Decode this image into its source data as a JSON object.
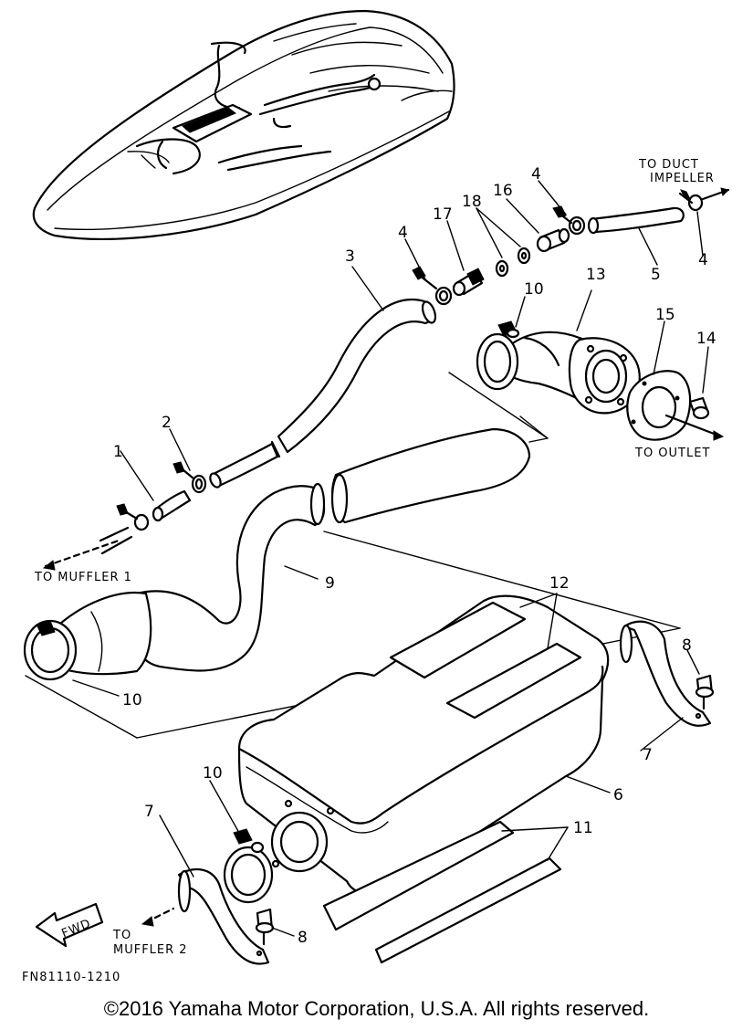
{
  "callouts": {
    "n1": "1",
    "n2": "2",
    "n3": "3",
    "n4a": "4",
    "n4b": "4",
    "n4c": "4",
    "n5": "5",
    "n6": "6",
    "n7a": "7",
    "n7b": "7",
    "n8a": "8",
    "n8b": "8",
    "n9": "9",
    "n10a": "10",
    "n10b": "10",
    "n10c": "10",
    "n11": "11",
    "n12": "12",
    "n13": "13",
    "n14": "14",
    "n15": "15",
    "n16": "16",
    "n17": "17",
    "n18": "18"
  },
  "notes": {
    "to_duct_1": "TO DUCT",
    "to_duct_2": "IMPELLER",
    "to_outlet": "TO OUTLET",
    "to_muffler_1": "TO MUFFLER 1",
    "to_muffler_2a": "TO",
    "to_muffler_2b": "MUFFLER 2",
    "fwd": "FWD"
  },
  "diagram_code": "FN81110-1210",
  "copyright": "©2016 Yamaha Motor Corporation, U.S.A. All rights reserved."
}
